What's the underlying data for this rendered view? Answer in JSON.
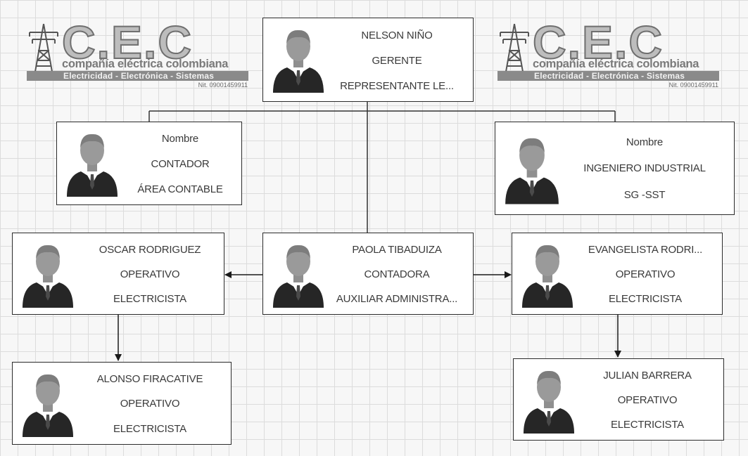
{
  "logos": [
    {
      "mark": "C.E.C",
      "company": "compañía eléctrica colombiana",
      "tagline": "Electricidad - Electrónica - Sistemas",
      "nit": "Nit. 09001459911",
      "icon": "power-tower-icon"
    },
    {
      "mark": "C.E.C",
      "company": "compañía eléctrica colombiana",
      "tagline": "Electricidad - Electrónica - Sistemas",
      "nit": "Nit. 09001459911",
      "icon": "power-tower-icon"
    }
  ],
  "nodes": {
    "gerente": {
      "lines": [
        "NELSON NIÑO",
        "GERENTE",
        "REPRESENTANTE LE..."
      ],
      "icon": "person-avatar-icon"
    },
    "contador": {
      "lines": [
        "Nombre",
        "CONTADOR",
        "ÁREA CONTABLE"
      ],
      "icon": "person-avatar-icon"
    },
    "ingeniero": {
      "lines": [
        "Nombre",
        "INGENIERO INDUSTRIAL",
        "SG -SST"
      ],
      "icon": "person-avatar-icon"
    },
    "oscar": {
      "lines": [
        "OSCAR RODRIGUEZ",
        "OPERATIVO",
        "ELECTRICISTA"
      ],
      "icon": "person-avatar-icon"
    },
    "paola": {
      "lines": [
        "PAOLA TIBADUIZA",
        "CONTADORA",
        "AUXILIAR ADMINISTRA..."
      ],
      "icon": "person-avatar-icon"
    },
    "evangelista": {
      "lines": [
        "EVANGELISTA RODRI...",
        "OPERATIVO",
        "ELECTRICISTA"
      ],
      "icon": "person-avatar-icon"
    },
    "alonso": {
      "lines": [
        "ALONSO FIRACATIVE",
        "OPERATIVO",
        "ELECTRICISTA"
      ],
      "icon": "person-avatar-icon"
    },
    "julian": {
      "lines": [
        "JULIAN BARRERA",
        "OPERATIVO",
        "ELECTRICISTA"
      ],
      "icon": "person-avatar-icon"
    }
  },
  "edges": [
    {
      "from": "gerente",
      "to": "contador"
    },
    {
      "from": "gerente",
      "to": "ingeniero"
    },
    {
      "from": "gerente",
      "to": "paola"
    },
    {
      "from": "paola",
      "to": "oscar",
      "arrow": true
    },
    {
      "from": "paola",
      "to": "evangelista",
      "arrow": true
    },
    {
      "from": "oscar",
      "to": "alonso",
      "arrow": true
    },
    {
      "from": "evangelista",
      "to": "julian",
      "arrow": true
    }
  ],
  "colors": {
    "border": "#2b2b2b",
    "text": "#3a3a3a",
    "grid": "#dcdcdc",
    "suit": "#262626",
    "skin": "#9a9a9a"
  }
}
